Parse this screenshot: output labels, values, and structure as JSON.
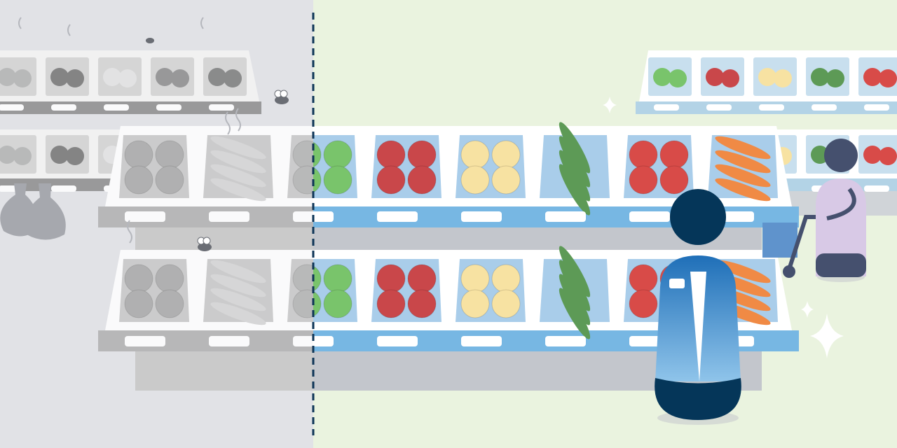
{
  "colors": {
    "left_bg": "#e1e2e6",
    "right_bg": "#eaf3df",
    "divider": "#0e3557",
    "shelf_white": "#ffffff",
    "shelf_rail": "#77b7e3",
    "shelf_base": "#c3c6cc",
    "bin": "#a9cdea",
    "robot_dark": "#053659",
    "robot_body": "#4a9ad8",
    "shopper_body": "#d8c9e6",
    "shopper_head": "#45506e"
  },
  "bins": [
    {
      "produce": "oranges",
      "color": "#e8954f"
    },
    {
      "produce": "bananas",
      "color": "#f2d274"
    },
    {
      "produce": "green-apples",
      "color": "#79c46b"
    },
    {
      "produce": "red-apples",
      "color": "#c9474a"
    },
    {
      "produce": "onions",
      "color": "#f7e2a2"
    },
    {
      "produce": "leeks",
      "color": "#5d9a56"
    },
    {
      "produce": "peppers",
      "color": "#d84b48"
    },
    {
      "produce": "carrots",
      "color": "#f08a45"
    }
  ]
}
